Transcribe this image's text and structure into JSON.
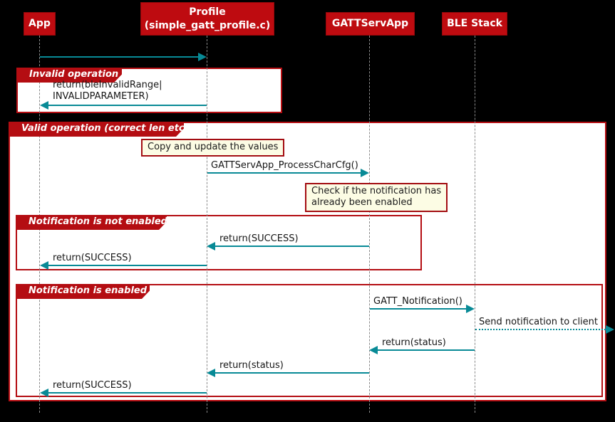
{
  "diagram_type": "uml-sequence",
  "colors": {
    "background": "#000000",
    "participant_fill": "#be0b10",
    "fragment_border": "#b40d12",
    "fragment_fill": "#ffffff",
    "note_fill": "#fcfce4",
    "note_border": "#a30d12",
    "arrow": "#088a96",
    "lifeline": "#8a8a8a",
    "message_text": "#161616"
  },
  "participants": {
    "app": {
      "label": "App"
    },
    "profile": {
      "line1": "Profile",
      "line2": "(simple_gatt_profile.c)"
    },
    "gattservapp": {
      "label": "GATTServApp"
    },
    "ble_stack": {
      "label": "BLE Stack"
    }
  },
  "fragments": {
    "invalid": {
      "title": "Invalid operation"
    },
    "valid": {
      "title": "Valid operation (correct len etc)"
    },
    "not_enabled": {
      "title": "Notification is not enabled"
    },
    "enabled": {
      "title": "Notification is enabled"
    }
  },
  "notes": {
    "copy_update": {
      "text": "Copy and update the values"
    },
    "check_enabled": {
      "line1": "Check if the notification has",
      "line2": "already been enabled"
    }
  },
  "messages": {
    "set_parameter": {
      "label": "",
      "from": "App",
      "to": "Profile"
    },
    "return_invalid": {
      "line1": "return(bleInvalidRange|",
      "line2": "INVALIDPARAMETER)",
      "from": "Profile",
      "to": "App"
    },
    "process_char_cfg": {
      "label": "GATTServApp_ProcessCharCfg()",
      "from": "Profile",
      "to": "GATTServApp"
    },
    "return_success_1": {
      "label": "return(SUCCESS)",
      "from": "GATTServApp",
      "to": "Profile"
    },
    "return_success_2": {
      "label": "return(SUCCESS)",
      "from": "Profile",
      "to": "App"
    },
    "gatt_notification": {
      "label": "GATT_Notification()",
      "from": "GATTServApp",
      "to": "BLE Stack"
    },
    "send_notification": {
      "label": "Send notification to client",
      "from": "BLE Stack",
      "to": "client"
    },
    "return_status_1": {
      "label": "return(status)",
      "from": "BLE Stack",
      "to": "GATTServApp"
    },
    "return_status_2": {
      "label": "return(status)",
      "from": "GATTServApp",
      "to": "Profile"
    },
    "return_success_3": {
      "label": "return(SUCCESS)",
      "from": "Profile",
      "to": "App"
    }
  }
}
